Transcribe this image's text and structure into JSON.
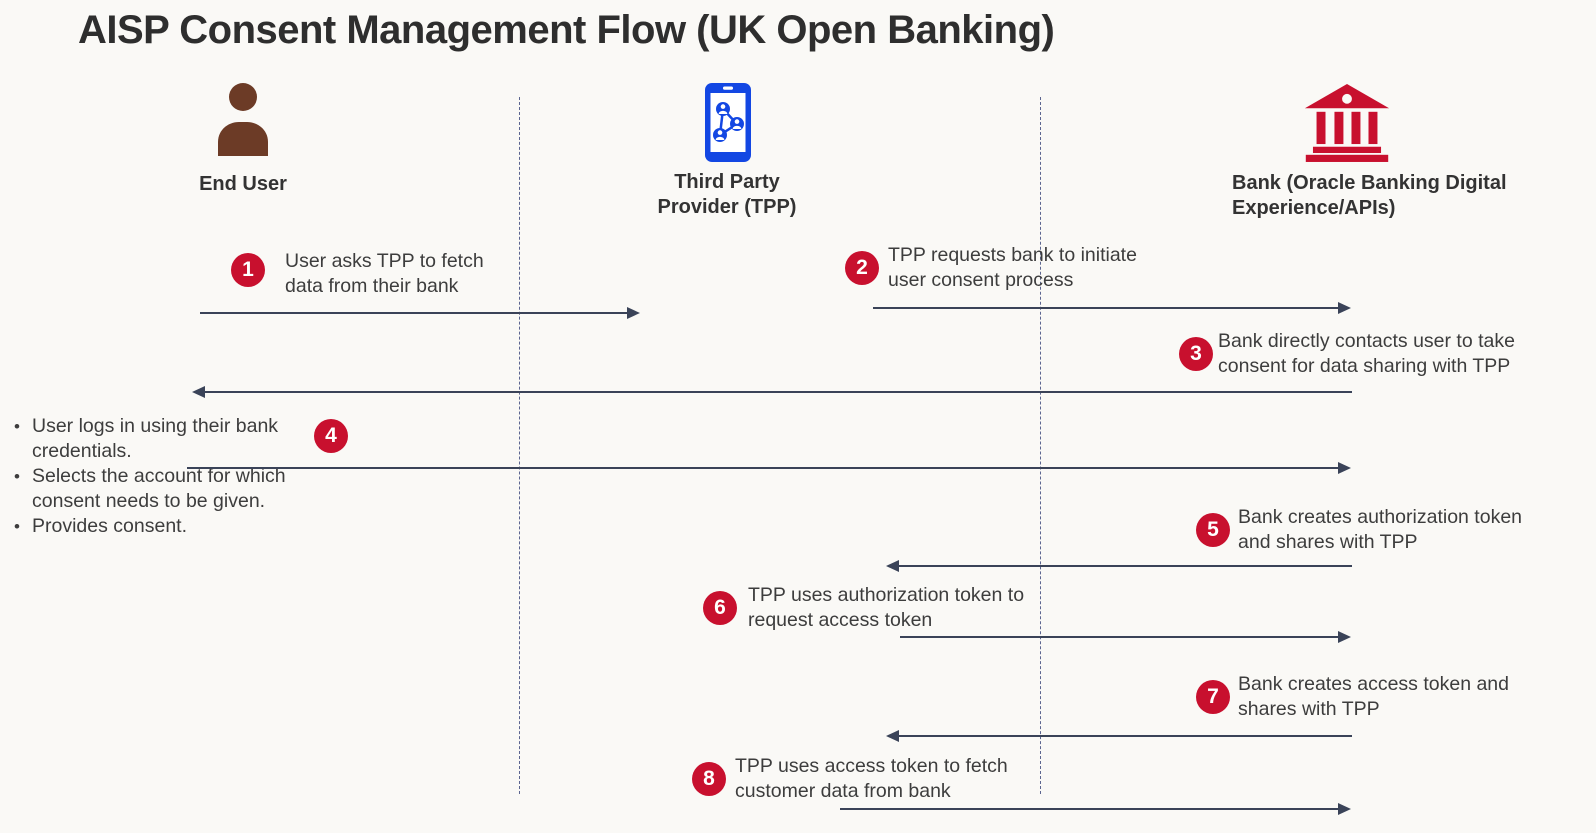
{
  "title": "AISP Consent Management Flow (UK Open Banking)",
  "colors": {
    "badge_red": "#C8102E",
    "bank_red": "#C8102E",
    "person_brown": "#6C3B26",
    "phone_blue": "#1347E3",
    "arrow_slate": "#3A4358",
    "lifeline_slate": "#5C6690",
    "background": "#FAF9F6",
    "text_dark": "#2E2E2E",
    "text_body": "#3D3D3D"
  },
  "actors": {
    "end_user": {
      "label": "End User",
      "icon": "person-icon"
    },
    "tpp": {
      "label_line1": "Third Party",
      "label_line2": "Provider (TPP)",
      "icon": "smartphone-network-icon"
    },
    "bank": {
      "label_line1": "Bank (Oracle Banking Digital",
      "label_line2": "Experience/APIs)",
      "icon": "bank-building-icon"
    }
  },
  "steps": [
    {
      "num": "1",
      "line1": "User asks TPP to fetch",
      "line2": "data from their bank"
    },
    {
      "num": "2",
      "line1": "TPP requests bank to initiate",
      "line2": "user consent process"
    },
    {
      "num": "3",
      "line1": "Bank directly contacts user to take",
      "line2": "consent for data sharing with TPP"
    },
    {
      "num": "4",
      "bullets": [
        "User logs in using their bank credentials.",
        "Selects the account for which consent needs to be given.",
        "Provides consent."
      ]
    },
    {
      "num": "5",
      "line1": "Bank creates authorization token",
      "line2": "and shares with TPP"
    },
    {
      "num": "6",
      "line1": "TPP uses authorization token to",
      "line2": "request access token"
    },
    {
      "num": "7",
      "line1": "Bank creates access token and",
      "line2": "shares with TPP"
    },
    {
      "num": "8",
      "line1": "TPP uses access token to fetch",
      "line2": "customer data from bank"
    }
  ]
}
